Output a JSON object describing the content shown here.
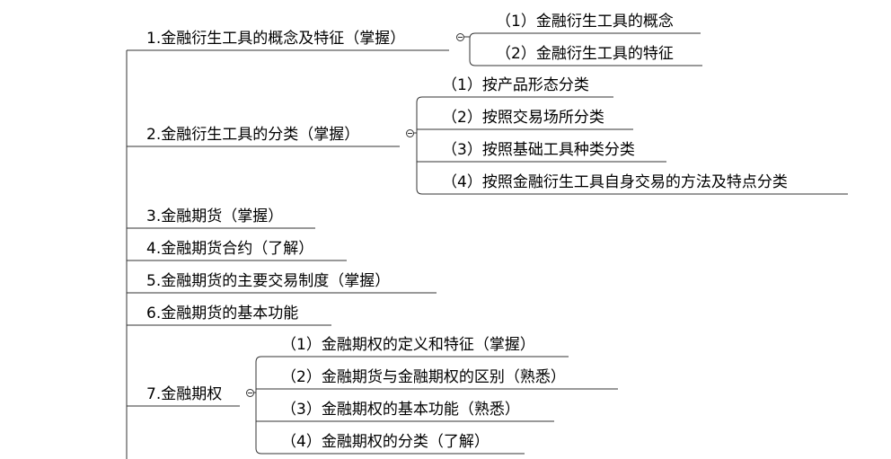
{
  "mindmap": {
    "branches": [
      {
        "label": "1.金融衍生工具的概念及特征（掌握）",
        "collapsible": true,
        "children": [
          "（1）金融衍生工具的概念",
          "（2）金融衍生工具的特征"
        ]
      },
      {
        "label": "2.金融衍生工具的分类（掌握）",
        "collapsible": true,
        "children": [
          "（1）按产品形态分类",
          "（2）按照交易场所分类",
          "（3）按照基础工具种类分类",
          "（4）按照金融衍生工具自身交易的方法及特点分类"
        ]
      },
      {
        "label": "3.金融期货（掌握）",
        "collapsible": false,
        "children": []
      },
      {
        "label": "4.金融期货合约（了解）",
        "collapsible": false,
        "children": []
      },
      {
        "label": "5.金融期货的主要交易制度（掌握）",
        "collapsible": false,
        "children": []
      },
      {
        "label": "6.金融期货的基本功能",
        "collapsible": false,
        "children": []
      },
      {
        "label": "7.金融期权",
        "collapsible": true,
        "children": [
          "（1）金融期权的定义和特征（掌握）",
          "（2）金融期货与金融期权的区别（熟悉）",
          "（3）金融期权的基本功能（熟悉）",
          "（4）金融期权的分类（了解）"
        ]
      }
    ],
    "colors": {
      "line": "#333333",
      "text": "#000000",
      "background": "#ffffff"
    }
  }
}
